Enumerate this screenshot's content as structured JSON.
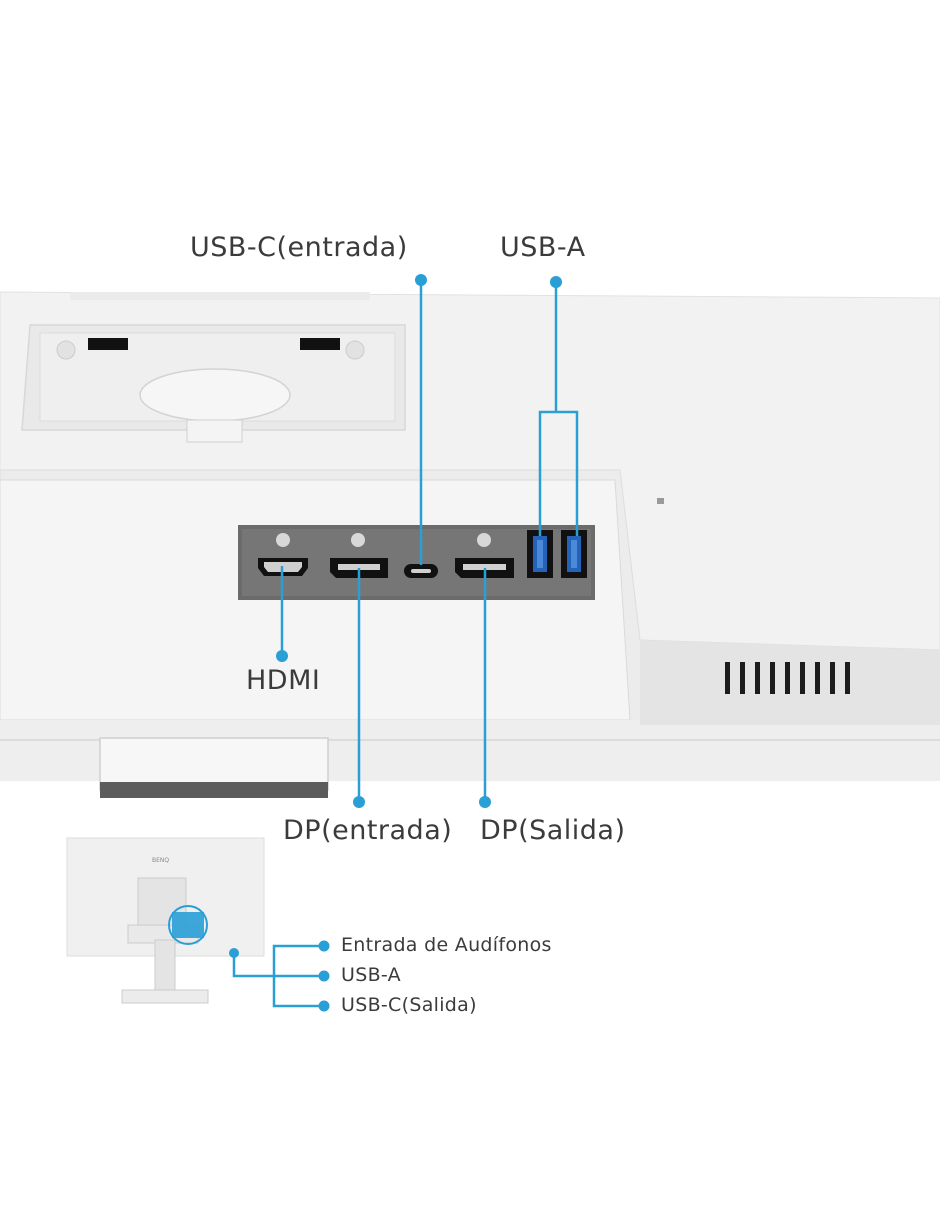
{
  "labels": {
    "usb_c_in": "USB-C(entrada)",
    "usb_a_top": "USB-A",
    "hdmi": "HDMI",
    "dp_in": "DP(entrada)",
    "dp_out": "DP(Salida)"
  },
  "side_ports": {
    "headphone": "Entrada de Audífonos",
    "usb_a": "USB-A",
    "usb_c_out": "USB-C(Salida)"
  },
  "brand_text": "BENQ",
  "colors": {
    "callout": "#2a9fd6",
    "monitor_body": "#f0f0f0",
    "port_panel": "#6b6b6b",
    "text": "#3b3b3b"
  }
}
